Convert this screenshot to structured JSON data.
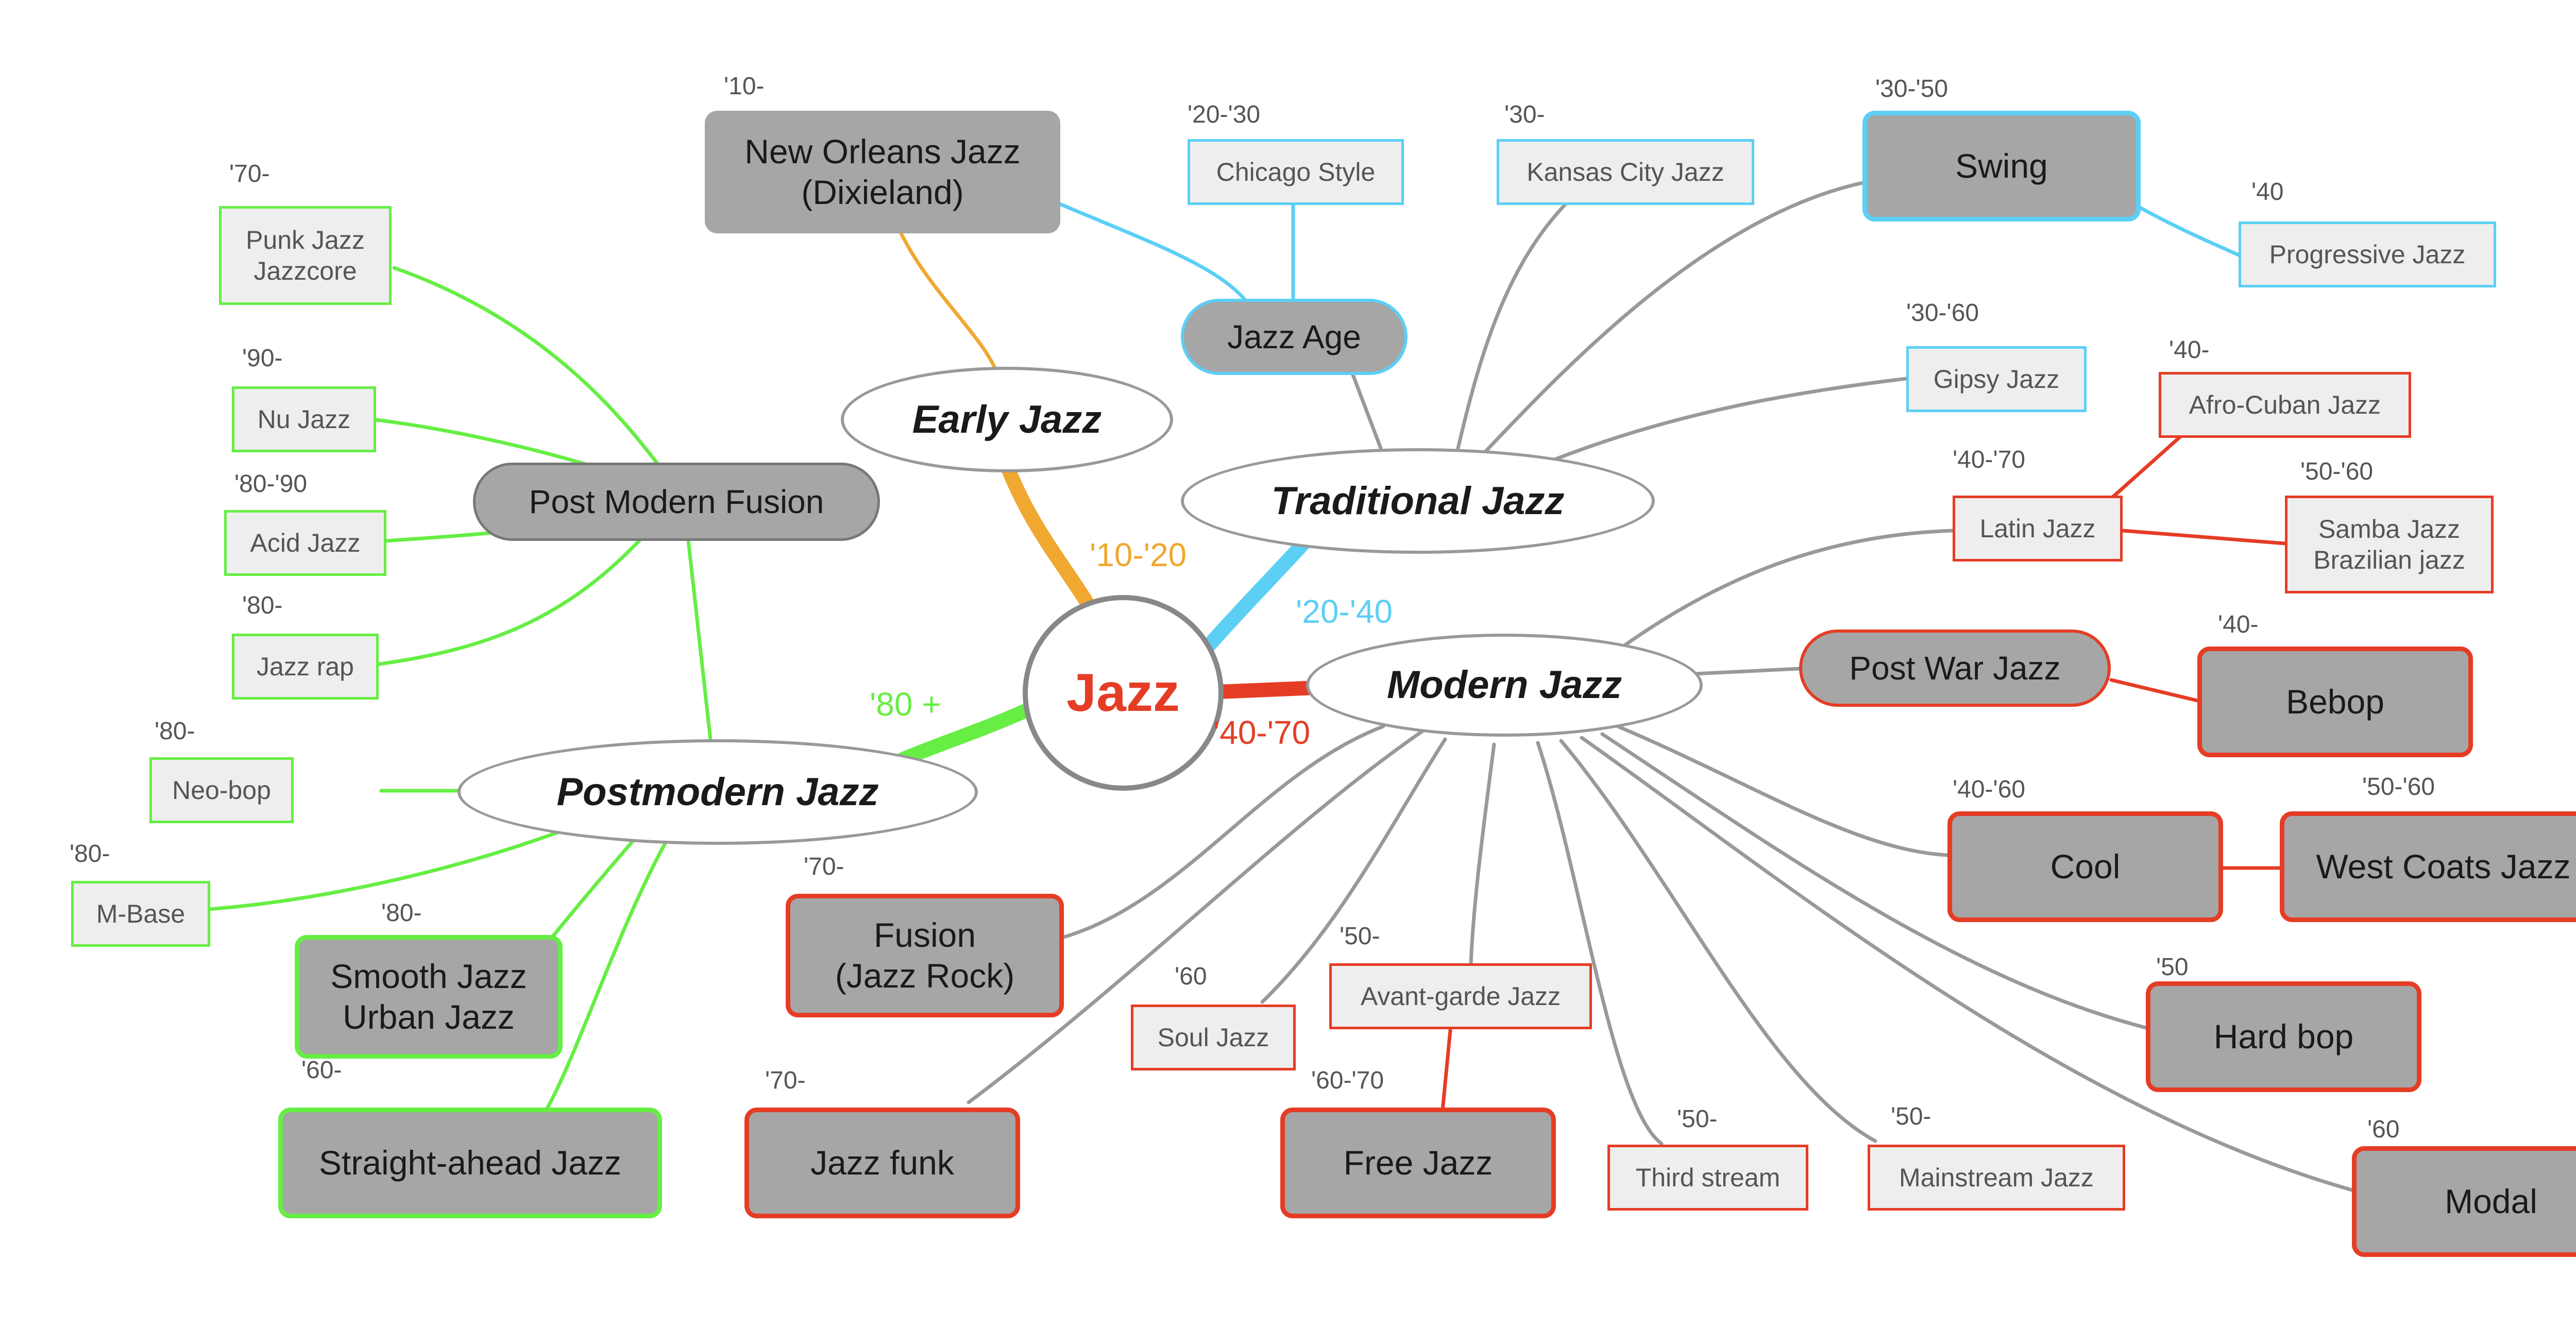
{
  "colors": {
    "red": "#e53d25",
    "green": "#66ee44",
    "blue": "#5ccff5",
    "orange": "#f0a830",
    "grey_connector": "#999999",
    "node_fill": "#a6a6a6",
    "leaf_fill": "#eeeeee"
  },
  "center": "Jazz",
  "branches": {
    "early": {
      "title": "Early Jazz",
      "period": "'10-'20"
    },
    "traditional": {
      "title": "Traditional Jazz",
      "period": "'20-'40"
    },
    "modern": {
      "title": "Modern Jazz",
      "period": "'40-'70"
    },
    "postmodern": {
      "title": "Postmodern Jazz",
      "period": "'80 +"
    }
  },
  "nodes": {
    "new_orleans": {
      "label": "New Orleans Jazz\n(Dixieland)",
      "date": "'10-"
    },
    "chicago": {
      "label": "Chicago Style",
      "date": "'20-'30"
    },
    "jazz_age": {
      "label": "Jazz Age"
    },
    "kansas_city": {
      "label": "Kansas City Jazz",
      "date": "'30-"
    },
    "swing": {
      "label": "Swing",
      "date": "'30-'50"
    },
    "progressive": {
      "label": "Progressive Jazz",
      "date": "'40"
    },
    "gipsy": {
      "label": "Gipsy Jazz",
      "date": "'30-'60"
    },
    "afro_cuban": {
      "label": "Afro-Cuban Jazz",
      "date": "'40-"
    },
    "latin": {
      "label": "Latin Jazz",
      "date": "'40-'70"
    },
    "samba": {
      "label": "Samba Jazz\nBrazilian jazz",
      "date": "'50-'60"
    },
    "post_war": {
      "label": "Post War Jazz"
    },
    "bebop": {
      "label": "Bebop",
      "date": "'40-"
    },
    "cool": {
      "label": "Cool",
      "date": "'40-'60"
    },
    "west_coast": {
      "label": "West Coats Jazz",
      "date": "'50-'60"
    },
    "hard_bop": {
      "label": "Hard bop",
      "date": "'50"
    },
    "modal": {
      "label": "Modal",
      "date": "'60"
    },
    "mainstream": {
      "label": "Mainstream Jazz",
      "date": "'50-"
    },
    "third_stream": {
      "label": "Third stream",
      "date": "'50-"
    },
    "free_jazz": {
      "label": "Free Jazz",
      "date": "'60-'70"
    },
    "avant_garde": {
      "label": "Avant-garde Jazz",
      "date": "'50-"
    },
    "soul_jazz": {
      "label": "Soul Jazz",
      "date": "'60"
    },
    "jazz_funk": {
      "label": "Jazz funk",
      "date": "'70-"
    },
    "fusion": {
      "label": "Fusion\n(Jazz Rock)",
      "date": "'70-"
    },
    "post_modern_fusion": {
      "label": "Post Modern Fusion"
    },
    "punk_jazz": {
      "label": "Punk Jazz\nJazzcore",
      "date": "'70-"
    },
    "nu_jazz": {
      "label": "Nu Jazz",
      "date": "'90-"
    },
    "acid_jazz": {
      "label": "Acid Jazz",
      "date": "'80-'90"
    },
    "jazz_rap": {
      "label": "Jazz rap",
      "date": "'80-"
    },
    "neo_bop": {
      "label": "Neo-bop",
      "date": "'80-"
    },
    "m_base": {
      "label": "M-Base",
      "date": "'80-"
    },
    "smooth": {
      "label": "Smooth Jazz\nUrban Jazz",
      "date": "'80-"
    },
    "straight_ahead": {
      "label": "Straight-ahead Jazz",
      "date": "'60-"
    }
  }
}
